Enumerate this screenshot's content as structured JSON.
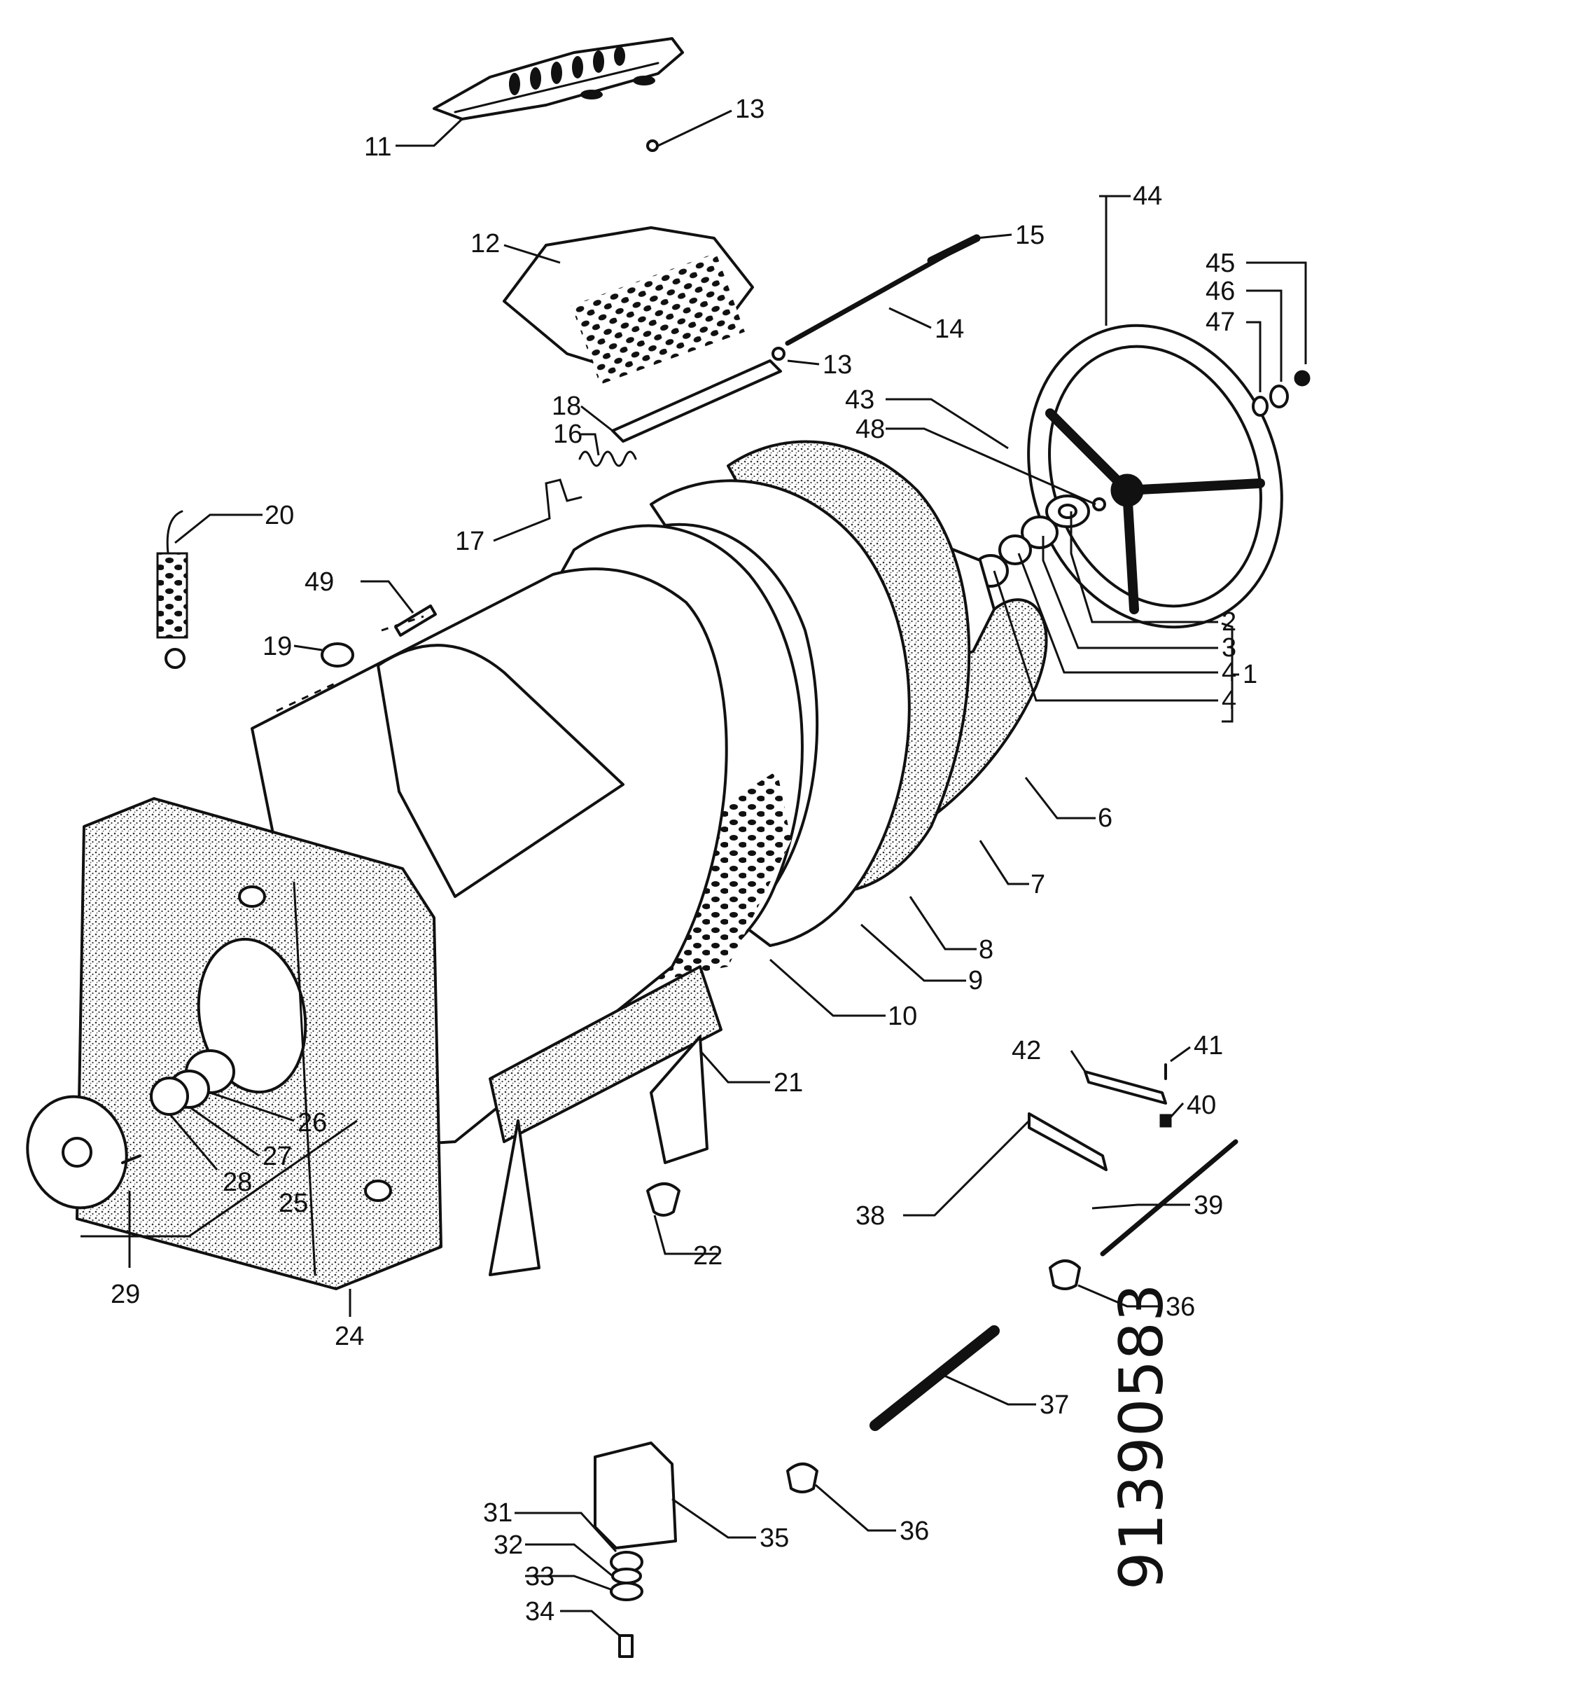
{
  "diagram": {
    "drawing_code": "91390583",
    "callouts": [
      {
        "id": "c11",
        "label": "11"
      },
      {
        "id": "c13a",
        "label": "13"
      },
      {
        "id": "c12",
        "label": "12"
      },
      {
        "id": "c15",
        "label": "15"
      },
      {
        "id": "c14",
        "label": "14"
      },
      {
        "id": "c13b",
        "label": "13"
      },
      {
        "id": "c44",
        "label": "44"
      },
      {
        "id": "c45",
        "label": "45"
      },
      {
        "id": "c46",
        "label": "46"
      },
      {
        "id": "c47",
        "label": "47"
      },
      {
        "id": "c43",
        "label": "43"
      },
      {
        "id": "c48",
        "label": "48"
      },
      {
        "id": "c18",
        "label": "18"
      },
      {
        "id": "c16",
        "label": "16"
      },
      {
        "id": "c20",
        "label": "20"
      },
      {
        "id": "c17",
        "label": "17"
      },
      {
        "id": "c49",
        "label": "49"
      },
      {
        "id": "c19",
        "label": "19"
      },
      {
        "id": "c2",
        "label": "2"
      },
      {
        "id": "c3",
        "label": "3"
      },
      {
        "id": "c4a",
        "label": "4"
      },
      {
        "id": "c4b",
        "label": "4"
      },
      {
        "id": "c1",
        "label": "1"
      },
      {
        "id": "c6",
        "label": "6"
      },
      {
        "id": "c7",
        "label": "7"
      },
      {
        "id": "c8",
        "label": "8"
      },
      {
        "id": "c9",
        "label": "9"
      },
      {
        "id": "c10",
        "label": "10"
      },
      {
        "id": "c42",
        "label": "42"
      },
      {
        "id": "c41",
        "label": "41"
      },
      {
        "id": "c21",
        "label": "21"
      },
      {
        "id": "c40",
        "label": "40"
      },
      {
        "id": "c26",
        "label": "26"
      },
      {
        "id": "c27",
        "label": "27"
      },
      {
        "id": "c28",
        "label": "28"
      },
      {
        "id": "c25",
        "label": "25"
      },
      {
        "id": "c39",
        "label": "39"
      },
      {
        "id": "c38",
        "label": "38"
      },
      {
        "id": "c22",
        "label": "22"
      },
      {
        "id": "c29",
        "label": "29"
      },
      {
        "id": "c36a",
        "label": "36"
      },
      {
        "id": "c24",
        "label": "24"
      },
      {
        "id": "c37",
        "label": "37"
      },
      {
        "id": "c31",
        "label": "31"
      },
      {
        "id": "c35",
        "label": "35"
      },
      {
        "id": "c36b",
        "label": "36"
      },
      {
        "id": "c32",
        "label": "32"
      },
      {
        "id": "c33",
        "label": "33"
      },
      {
        "id": "c34",
        "label": "34"
      }
    ]
  }
}
